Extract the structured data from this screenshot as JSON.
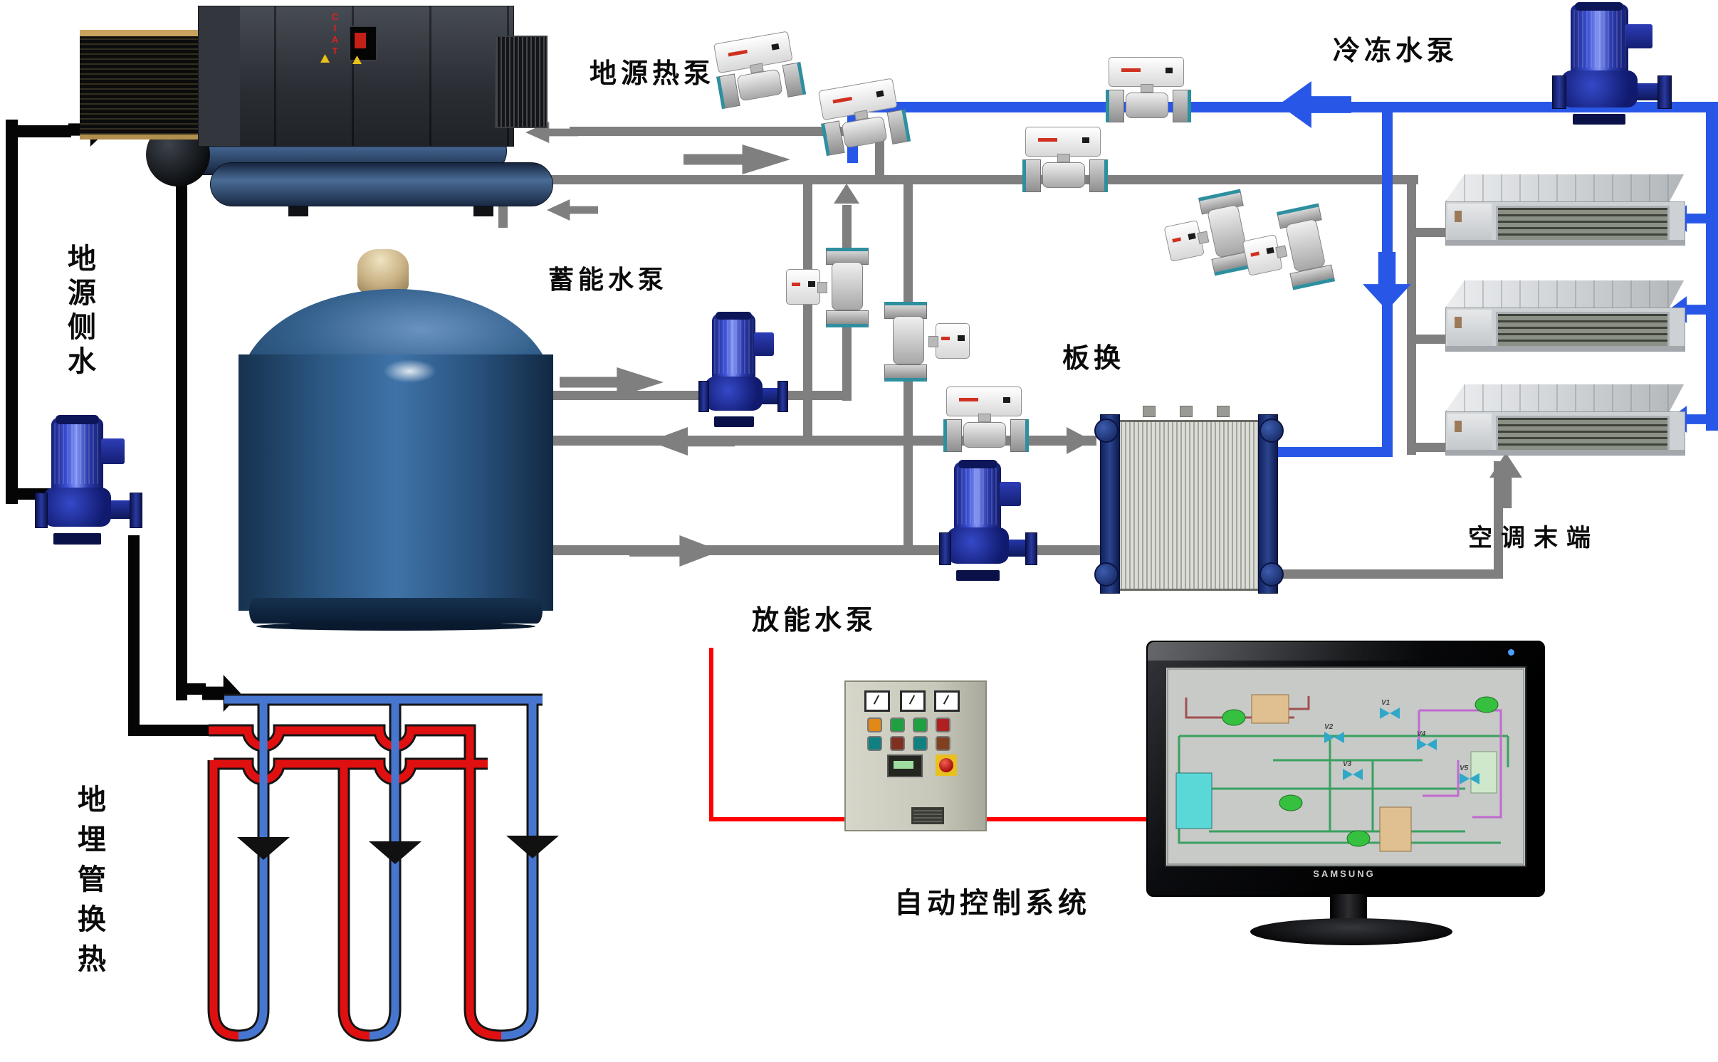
{
  "labels": {
    "heat_pump": "地源热泵",
    "chilled_water_pump": "冷冻水泵",
    "source_side_water": "地源侧水",
    "storage_pump": "蓄能水泵",
    "plate_heat_exchanger": "板换",
    "discharge_pump": "放能水泵",
    "ac_terminal": "空调末端",
    "auto_control_system": "自动控制系统",
    "buried_pipe_heat_exchange": "地埋管换热"
  },
  "brands": {
    "machine": "CIAT",
    "monitor": "SAMSUNG"
  },
  "scada": {
    "valve_labels": [
      "V1",
      "V2",
      "V3",
      "V4",
      "V5"
    ]
  },
  "colors": {
    "pipe_gray": "#7f7f7f",
    "pipe_blue": "#2857e8",
    "pipe_black": "#050505",
    "signal_red": "#ff0000",
    "loop_red": "#e01010",
    "loop_blue": "#4676d0"
  }
}
